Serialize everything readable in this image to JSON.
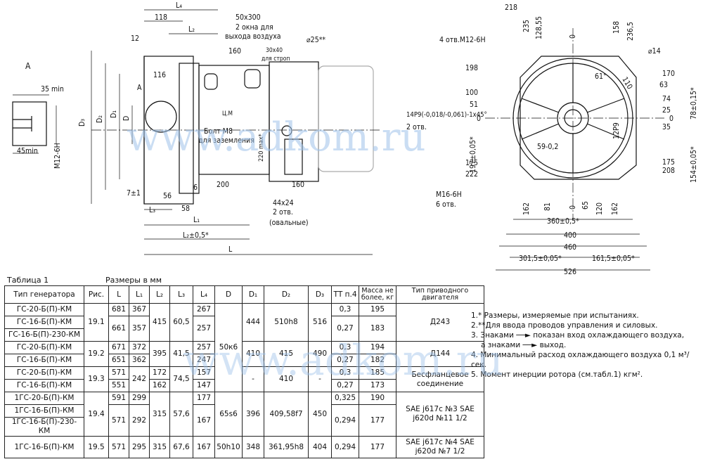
{
  "watermark": "www.adkom.ru",
  "side_view": {
    "detail_label": "A",
    "detail_a": [
      "35 min",
      "45min",
      "M12-6H"
    ],
    "diameters": [
      "D₃",
      "D₂",
      "D₁",
      "D"
    ],
    "view_a": "A",
    "top_dims": [
      "L₄",
      "118",
      "12",
      "L₂",
      "50x300",
      "2 окна для",
      "выхода воздуха",
      "160",
      "30x40",
      "для строп",
      "⌀25**",
      "116",
      "Ц.М",
      "Болт М8",
      "для заземления",
      "220 max*"
    ],
    "bottom_dims": [
      "7±1",
      "56",
      "6",
      "200",
      "160",
      "L₃",
      "58",
      "L₁",
      "44x24",
      "2 отв.",
      "(овальные)",
      "L₂±0,5*",
      "L"
    ]
  },
  "end_view": {
    "top_dims": [
      "218",
      "235",
      "128,55",
      "0",
      "158",
      "236,5"
    ],
    "left_labels": [
      "4 отв.М12-6Н",
      "198",
      "100",
      "51",
      "0",
      "14Р9(-0,018/-0,061)-1x45°",
      "2 отв.",
      "197±0,05*",
      "175",
      "222",
      "M16-6H",
      "6 отв."
    ],
    "right_labels": [
      "⌀14",
      "61°",
      "110",
      "170",
      "63",
      "74",
      "25",
      "35",
      "78±0,15*",
      "0",
      "175",
      "208",
      "154±0,05*",
      "12Р9",
      "59-0,2"
    ],
    "bottom_dims": [
      "162",
      "81",
      "0",
      "65",
      "120",
      "162",
      "360±0,5*",
      "400",
      "460",
      "301,5±0,05*",
      "161,5±0,05*",
      "526"
    ]
  },
  "table": {
    "caption": "Таблица 1",
    "units": "Размеры в мм",
    "headers": [
      "Тип генератора",
      "Рис.",
      "L",
      "L₁",
      "L₂",
      "L₃",
      "L₄",
      "D",
      "D₁",
      "D₂",
      "D₃",
      "ТТ п.4",
      "Масса не более, кг",
      "Тип приводного двигателя"
    ],
    "groups": [
      {
        "fig": "19.1",
        "L2": "415",
        "L3": "60,5",
        "D": "50к6",
        "D1": "444",
        "D2": "510h8",
        "D3": "516",
        "engine": "Д243",
        "rows": [
          {
            "type": "ГС-20-Б(П)-КМ",
            "L": "681",
            "L1": "367",
            "L4": "267",
            "tt": "0,3",
            "mass": "195"
          },
          {
            "type": "ГС-16-Б(П)-КМ",
            "L": "661",
            "L1": "357",
            "L4": "257",
            "tt": "0,27",
            "mass": "183"
          },
          {
            "type": "ГС-16-Б(П)-230-КМ",
            "L": "",
            "L1": "",
            "L4": "",
            "tt": "",
            "mass": ""
          }
        ]
      },
      {
        "fig": "19.2",
        "L2": "395",
        "L3": "41,5",
        "D": "",
        "D1": "410",
        "D2": "415",
        "D3": "490",
        "engine": "Д144",
        "rows": [
          {
            "type": "ГС-20-Б(П)-КМ",
            "L": "671",
            "L1": "372",
            "L4": "257",
            "tt": "0,3",
            "mass": "194"
          },
          {
            "type": "ГС-16-Б(П)-КМ",
            "L": "651",
            "L1": "362",
            "L4": "247",
            "tt": "0,27",
            "mass": "182"
          }
        ]
      },
      {
        "fig": "19.3",
        "L1": "242",
        "L3": "74,5",
        "D1": "-",
        "D2": "410",
        "D3": "-",
        "engine": "Бесфланцевое соединение",
        "rows": [
          {
            "type": "ГС-20-Б(П)-КМ",
            "L": "571",
            "L2": "172",
            "L4": "157",
            "tt": "0,3",
            "mass": "185"
          },
          {
            "type": "ГС-16-Б(П)-КМ",
            "L": "551",
            "L2": "162",
            "L4": "147",
            "tt": "0,27",
            "mass": "173"
          }
        ]
      },
      {
        "fig": "19.4",
        "L2": "315",
        "L3": "57,6",
        "D": "65s6",
        "D1": "396",
        "D2": "409,58f7",
        "D3": "450",
        "engine": "SAE j617c №3 SAE j620d №11 1/2",
        "rows": [
          {
            "type": "1ГС-20-Б(П)-КМ",
            "L": "591",
            "L1": "299",
            "L4": "177",
            "tt": "0,325",
            "mass": "190"
          },
          {
            "type": "1ГС-16-Б(П)-КМ",
            "L": "571",
            "L1": "292",
            "L4": "167",
            "tt": "0,294",
            "mass": "177"
          },
          {
            "type": "1ГС-16-Б(П)-230-КМ",
            "L": "",
            "L1": "",
            "L4": "",
            "tt": "",
            "mass": ""
          }
        ]
      },
      {
        "fig": "19.5",
        "L2": "315",
        "L3": "67,6",
        "D": "50h10",
        "D1": "348",
        "D2": "361,95h8",
        "D3": "404",
        "engine": "SAE j617c №4 SAE j620d №7 1/2",
        "rows": [
          {
            "type": "1ГС-16-Б(П)-КМ",
            "L": "571",
            "L1": "295",
            "L4": "167",
            "tt": "0,294",
            "mass": "177"
          }
        ]
      }
    ]
  },
  "notes": [
    "1.* Размеры, измеряемые при испытаниях.",
    "2.**Для ввода проводов управления и силовых.",
    "3. Знаками ──► показан вход охлаждающего воздуха,",
    "а знаками ──► выход.",
    "4. Минимальный расход охлаждающего воздуха 0,1 м³/сек.",
    "5. Момент инерции ротора (см.табл.1) кгм²."
  ]
}
